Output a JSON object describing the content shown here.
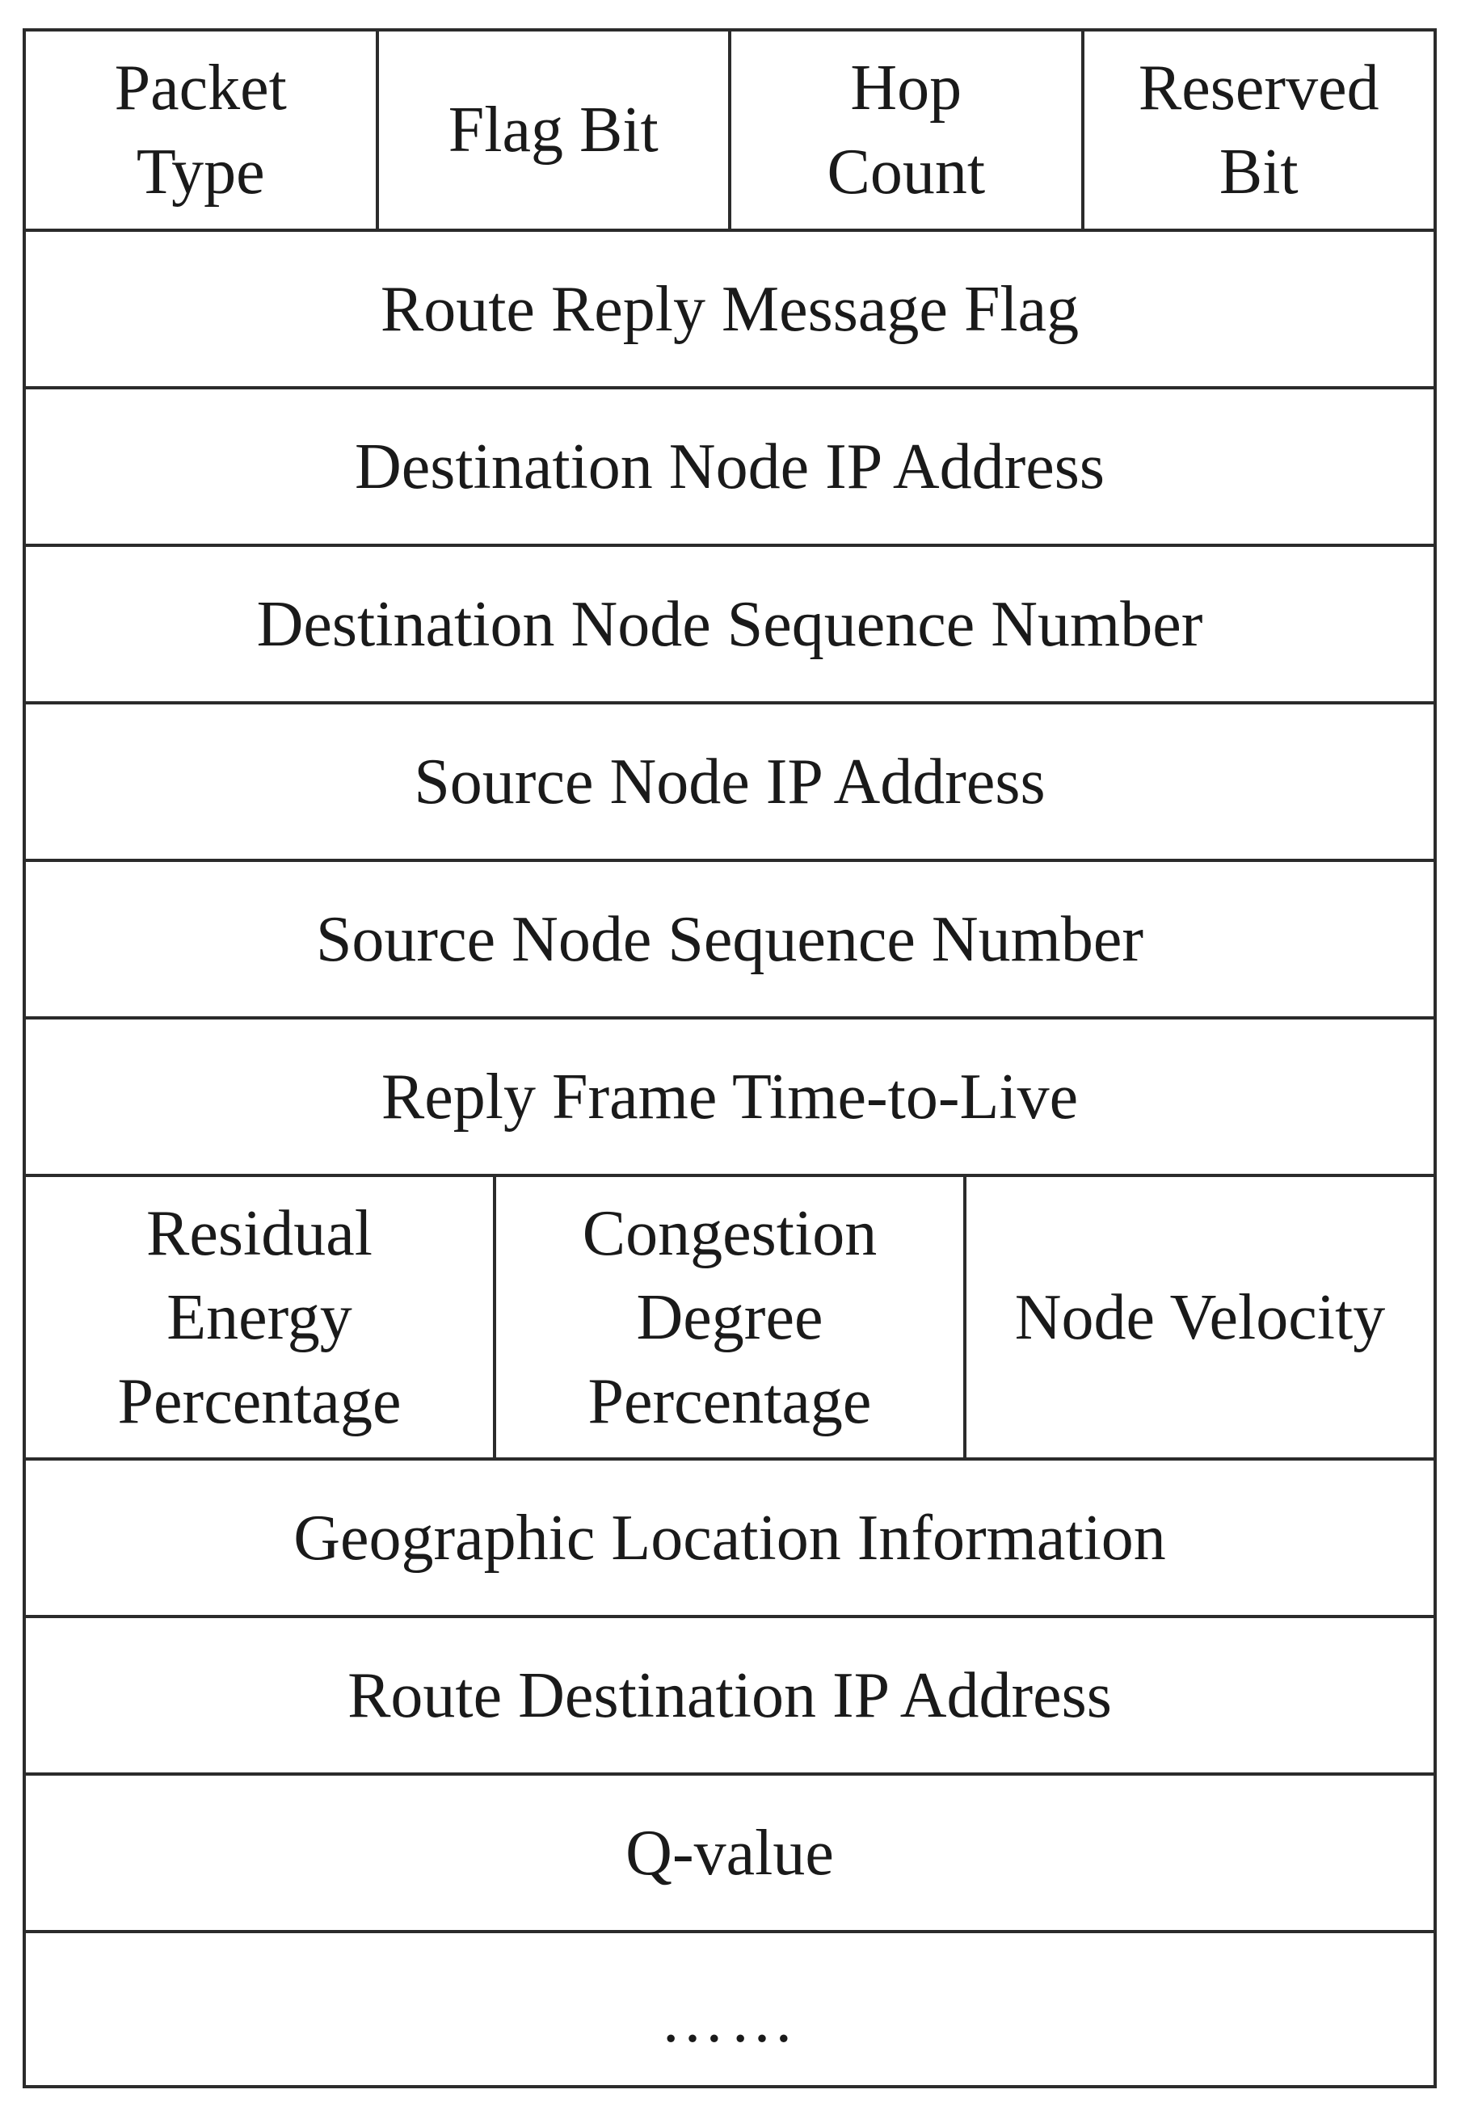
{
  "header_fields": [
    "Packet\nType",
    "Flag Bit",
    "Hop\nCount",
    "Reserved\nBit"
  ],
  "rows": [
    "Route Reply Message Flag",
    "Destination Node IP Address",
    "Destination Node Sequence Number",
    "Source Node IP Address",
    "Source Node Sequence Number",
    "Reply Frame Time-to-Live"
  ],
  "metrics_fields": [
    "Residual\nEnergy\nPercentage",
    "Congestion\nDegree\nPercentage",
    "Node Velocity"
  ],
  "rows_after": [
    "Geographic Location Information",
    "Route Destination IP Address",
    "Q-value"
  ],
  "ellipsis": "……"
}
